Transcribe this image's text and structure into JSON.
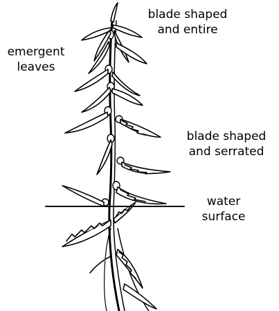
{
  "labels": {
    "emergent_leaves": [
      "emergent",
      "leaves"
    ],
    "blade_entire": [
      "blade shaped",
      "and entire"
    ],
    "blade_serrated": [
      "blade shaped",
      "and serrated"
    ],
    "water_surface": [
      "water",
      "surface"
    ]
  },
  "colors": {
    "ink": "#000000",
    "background": "#ffffff"
  }
}
